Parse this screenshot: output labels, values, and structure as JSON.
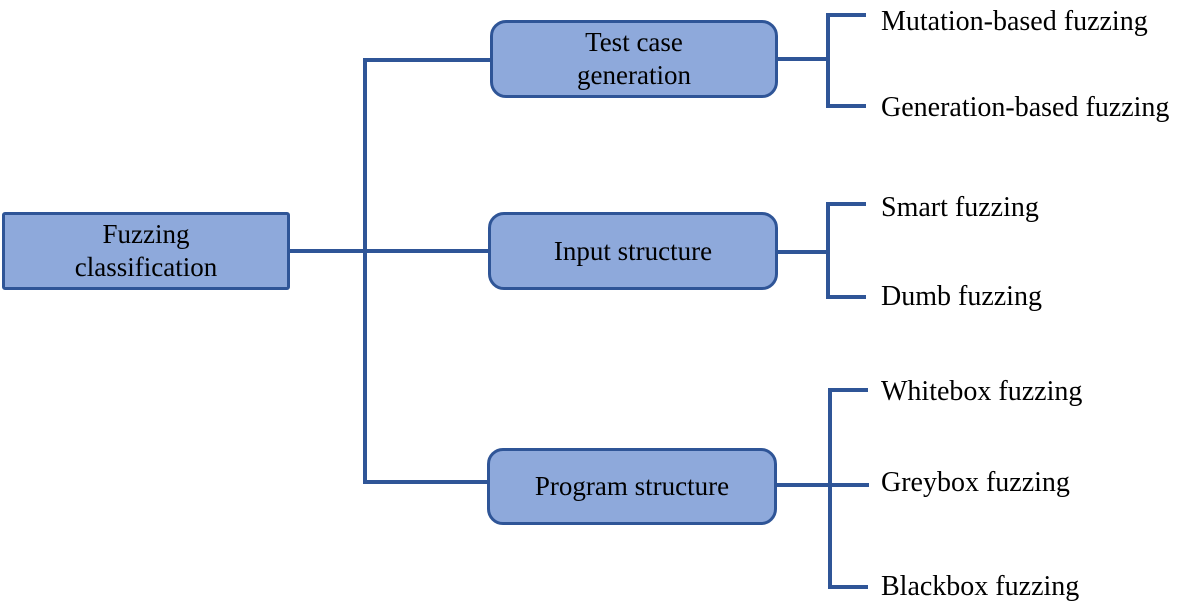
{
  "diagram": {
    "title": "Fuzzing classification",
    "colors": {
      "node_fill": "#8EA9DB",
      "node_border": "#2F5597",
      "connector": "#2F5597",
      "text": "#000000",
      "background": "#FFFFFF"
    },
    "root": {
      "lines": [
        "Fuzzing",
        "classification"
      ]
    },
    "branches": [
      {
        "lines": [
          "Test case",
          "generation"
        ],
        "children": [
          "Mutation-based fuzzing",
          "Generation-based fuzzing"
        ]
      },
      {
        "lines": [
          "Input structure"
        ],
        "children": [
          "Smart fuzzing",
          "Dumb fuzzing"
        ]
      },
      {
        "lines": [
          "Program structure"
        ],
        "children": [
          "Whitebox fuzzing",
          "Greybox fuzzing",
          "Blackbox fuzzing"
        ]
      }
    ]
  }
}
